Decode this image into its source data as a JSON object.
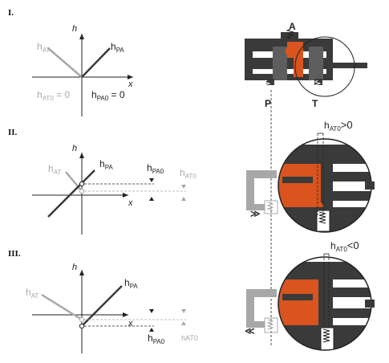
{
  "colors": {
    "dark": "#3a3a3a",
    "grey": "#a8a8a8",
    "orange": "#d9541e",
    "bg": "#ffffff"
  },
  "panels": [
    {
      "numeral": "I.",
      "axis_h": "h",
      "axis_x": "x",
      "h_at": "h",
      "h_at_sub": "AT",
      "h_pa": "h",
      "h_pa_sub": "PA",
      "eq_at_h": "h",
      "eq_at_sub": "AT0",
      "eq_at_val": " = 0",
      "eq_pa_h": "h",
      "eq_pa_sub": "PA0",
      "eq_pa_val": " = 0",
      "port_a": "A",
      "port_p": "P",
      "port_t": "T"
    },
    {
      "numeral": "II.",
      "axis_h": "h",
      "axis_x": "x",
      "h_at": "h",
      "h_at_sub": "AT",
      "h_pa": "h",
      "h_pa_sub": "PA",
      "dim_pa0_h": "h",
      "dim_pa0_sub": "PA0",
      "dim_at0_h": "h",
      "dim_at0_sub": "AT0",
      "overlap_h": "h",
      "overlap_sub": "AT0",
      "overlap_rel": ">0"
    },
    {
      "numeral": "III.",
      "axis_h": "h",
      "axis_x": "x",
      "h_at": "h",
      "h_at_sub": "AT",
      "h_pa": "h",
      "h_pa_sub": "PA",
      "dim_pa0_h": "h",
      "dim_pa0_sub": "PA0",
      "dim_at0": "hAT0",
      "overlap_h": "h",
      "overlap_sub": "AT0",
      "overlap_rel": "<0"
    }
  ]
}
